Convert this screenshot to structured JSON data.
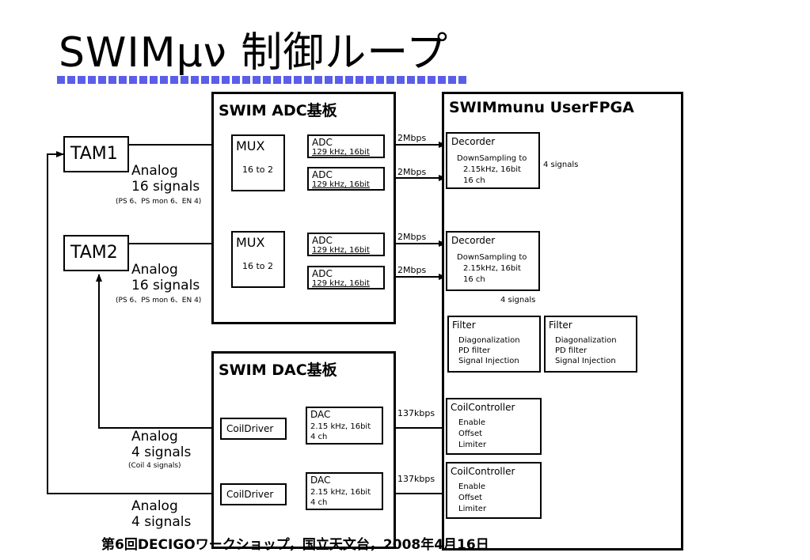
{
  "slide": {
    "title": "SWIMμν 制御ループ",
    "footer": "第6回DECIGOワークショップ，国立天文台，2008年4月16日"
  },
  "diagram": {
    "tam1": "TAM1",
    "tam2": "TAM2",
    "adc_board": {
      "title": "SWIM ADC基板",
      "mux_label": "MUX",
      "mux_sub": "16 to 2",
      "adc_label": "ADC",
      "adc_sub": "129 kHz, 16bit"
    },
    "dac_board": {
      "title": "SWIM DAC基板",
      "coil_driver": "CoilDriver",
      "dac_label": "DAC",
      "dac_line1": "2.15 kHz, 16bit",
      "dac_line2": "4 ch"
    },
    "fpga": {
      "title": "SWIMmunu UserFPGA",
      "decorder": "Decorder",
      "decorder_line1": "DownSampling to",
      "decorder_line2": "2.15kHz, 16bit",
      "decorder_line3": "16 ch",
      "filter": "Filter",
      "filter_line1": "Diagonalization",
      "filter_line2": "PD filter",
      "filter_line3": "Signal Injection",
      "coil_controller": "CoilController",
      "cc_line1": "Enable",
      "cc_line2": "Offset",
      "cc_line3": "Limiter"
    },
    "links": {
      "rate_2mbps": "2Mbps",
      "rate_137kbps": "137kbps",
      "four_signals": "4 signals"
    },
    "analog": {
      "word": "Analog",
      "sixteen": "16 signals",
      "sixteen_sub": "(PS 6、PS mon 6、EN 4)",
      "four": "4 signals",
      "four_sub": "(Coil 4 signals)"
    }
  }
}
